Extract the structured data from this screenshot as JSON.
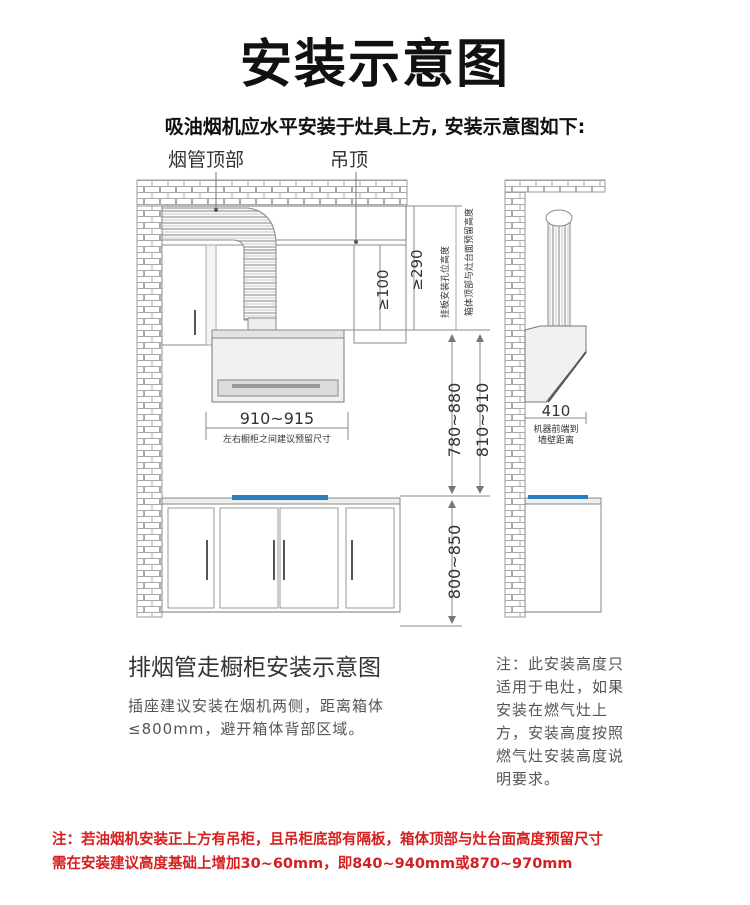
{
  "title": "安装示意图",
  "subtitle": "吸油烟机应水平安装于灶具上方, 安装示意图如下:",
  "labels": {
    "duct_top": "烟管顶部",
    "ceiling": "吊顶",
    "dim_290": "≥290",
    "dim_100": "≥100",
    "dim_290_desc": "箱体顶部与灶台面预留高度",
    "dim_100_desc": "挂板安装孔位高度",
    "width": "910~915",
    "width_desc": "左右橱柜之间建议预留尺寸",
    "height_780": "780~880",
    "height_810": "810~910",
    "height_800": "800~850",
    "depth": "410",
    "depth_desc_1": "机器前端到",
    "depth_desc_2": "墙壁距离"
  },
  "caption": "排烟管走橱柜安装示意图",
  "hint": "插座建议安装在烟机两侧，距离箱体≤800mm，避开箱体背部区域。",
  "note": "注：此安装高度只适用于电灶，如果安装在燃气灶上方，安装高度按照燃气灶安装高度说明要求。",
  "bottom_note": {
    "line1": "注：若油烟机安装正上方有吊柜，且吊柜底部有隔板，箱体顶部与灶台面高度预留尺寸",
    "line2": "需在安装建议高度基础上增加30~60mm，即840~940mm或870~970mm"
  },
  "colors": {
    "note_red": "#d62020",
    "stove_blue": "#2a7fc0",
    "line": "#777777"
  }
}
